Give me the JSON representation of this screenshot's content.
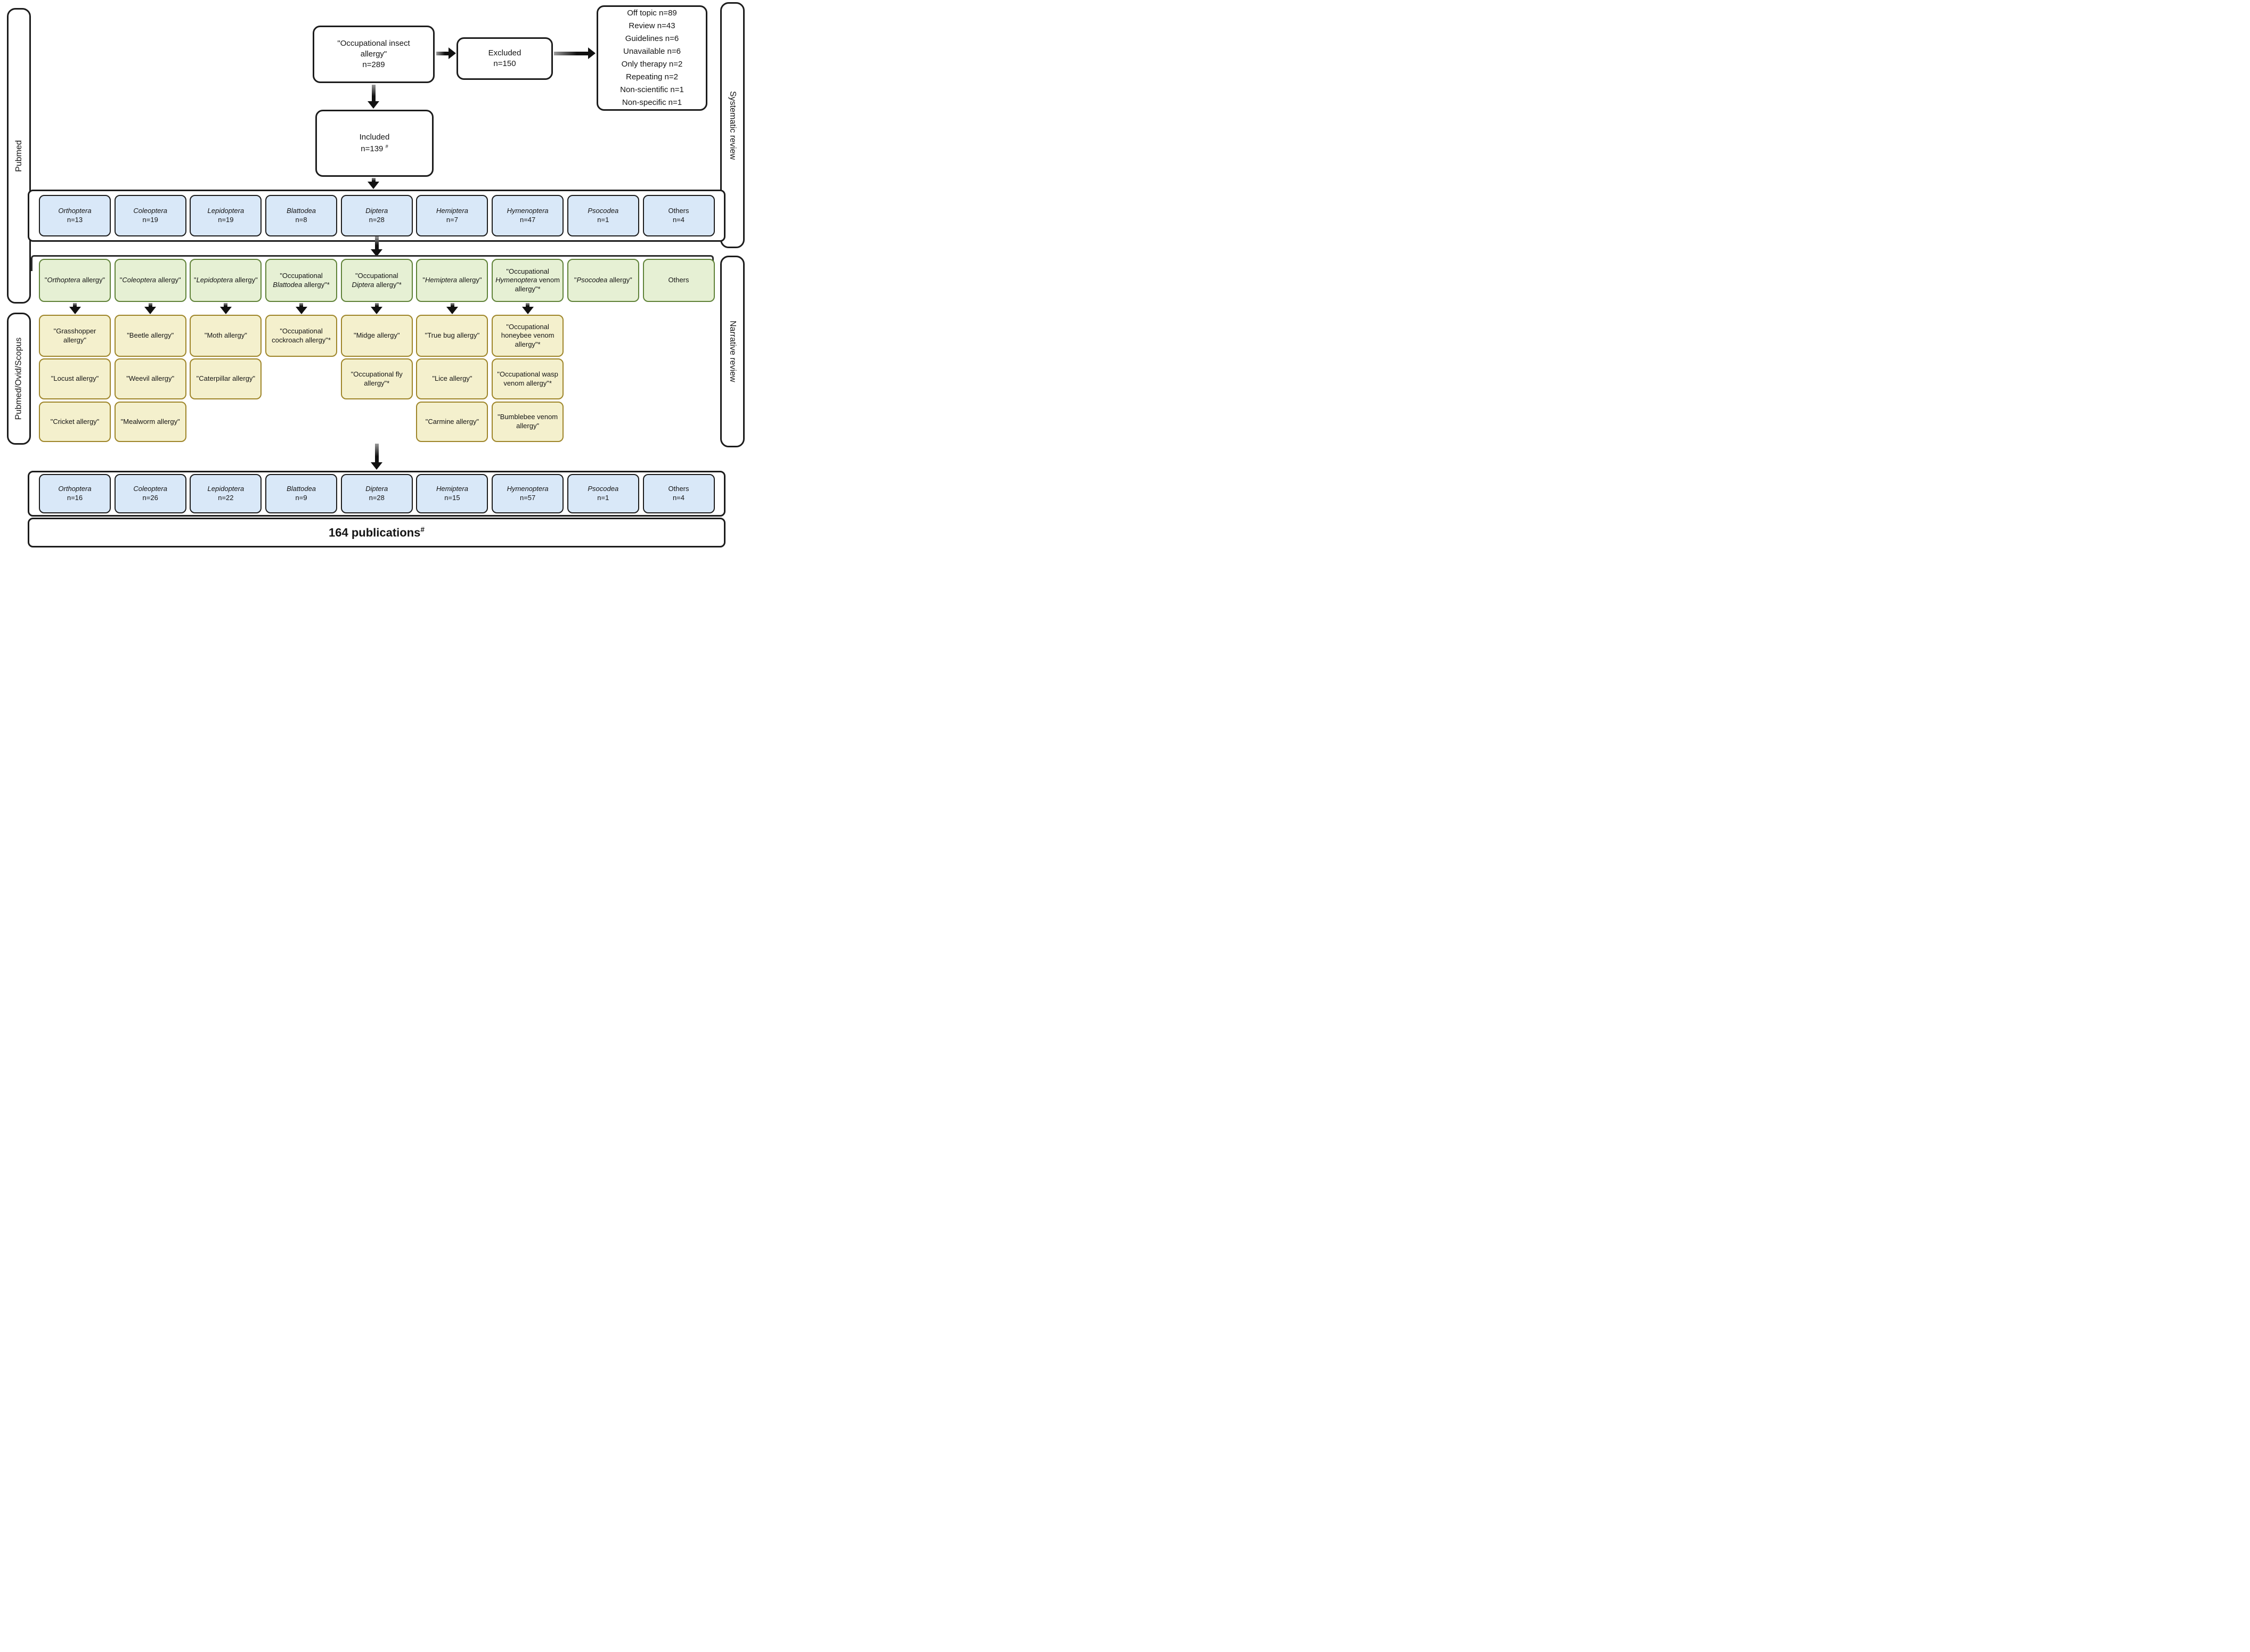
{
  "side_labels": {
    "left_top": "Pubmed",
    "left_bottom": "Pubmed/Ovid/Scopus",
    "right_top": "Systematic review",
    "right_bottom": "Narrative review"
  },
  "top_flow": {
    "search": {
      "text": "\"Occupational insect allergy\"",
      "count": "n=289"
    },
    "excluded": {
      "title": "Excluded",
      "count": "n=150"
    },
    "exclusions": [
      "Off topic n=89",
      "Review n=43",
      "Guidelines n=6",
      "Unavailable n=6",
      "Only therapy n=2",
      "Repeating n=2",
      "Non-scientific n=1",
      "Non-specific n=1"
    ],
    "included": {
      "title": "Included",
      "count": "n=139",
      "sup": "#"
    }
  },
  "pubmed_row": [
    {
      "parts": [
        {
          "text": "Orthoptera",
          "italic": true
        }
      ],
      "count": "n=13"
    },
    {
      "parts": [
        {
          "text": "Coleoptera",
          "italic": true
        }
      ],
      "count": "n=19"
    },
    {
      "parts": [
        {
          "text": "Lepidoptera",
          "italic": true
        }
      ],
      "count": "n=19"
    },
    {
      "parts": [
        {
          "text": "Blattodea",
          "italic": true
        }
      ],
      "count": "n=8"
    },
    {
      "parts": [
        {
          "text": "Diptera",
          "italic": true
        }
      ],
      "count": "n=28"
    },
    {
      "parts": [
        {
          "text": "Hemiptera",
          "italic": true
        }
      ],
      "count": "n=7"
    },
    {
      "parts": [
        {
          "text": "Hymenoptera",
          "italic": true
        }
      ],
      "count": "n=47"
    },
    {
      "parts": [
        {
          "text": "Psocodea",
          "italic": true
        }
      ],
      "count": "n=1"
    },
    {
      "parts": [
        {
          "text": "Others",
          "italic": false
        }
      ],
      "count": "n=4"
    }
  ],
  "search_terms_row": [
    {
      "parts": [
        {
          "text": "\""
        },
        {
          "text": "Orthoptera",
          "italic": true
        },
        {
          "text": " allergy\""
        }
      ]
    },
    {
      "parts": [
        {
          "text": "\""
        },
        {
          "text": "Coleoptera",
          "italic": true
        },
        {
          "text": " allergy\""
        }
      ]
    },
    {
      "parts": [
        {
          "text": "\""
        },
        {
          "text": "Lepidoptera",
          "italic": true
        },
        {
          "text": " allergy\""
        }
      ]
    },
    {
      "parts": [
        {
          "text": "\"Occupational "
        },
        {
          "text": "Blattodea",
          "italic": true
        },
        {
          "text": " allergy\"*"
        }
      ]
    },
    {
      "parts": [
        {
          "text": "\"Occupational "
        },
        {
          "text": "Diptera",
          "italic": true
        },
        {
          "text": " allergy\"*"
        }
      ]
    },
    {
      "parts": [
        {
          "text": "\""
        },
        {
          "text": "Hemiptera",
          "italic": true
        },
        {
          "text": " allergy\""
        }
      ]
    },
    {
      "parts": [
        {
          "text": "\"Occupational "
        },
        {
          "text": "Hymenoptera",
          "italic": true
        },
        {
          "text": " venom allergy\"*"
        }
      ]
    },
    {
      "parts": [
        {
          "text": "\""
        },
        {
          "text": "Psocodea",
          "italic": true
        },
        {
          "text": " allergy\""
        }
      ]
    },
    {
      "parts": [
        {
          "text": "Others"
        }
      ]
    }
  ],
  "subterms_row_1": [
    {
      "parts": [
        {
          "text": "\"Grasshopper allergy\""
        }
      ]
    },
    {
      "parts": [
        {
          "text": "\"Beetle allergy\""
        }
      ]
    },
    {
      "parts": [
        {
          "text": "\"Moth allergy\""
        }
      ]
    },
    {
      "parts": [
        {
          "text": "\"Occupational cockroach allergy\"*"
        }
      ]
    },
    {
      "parts": [
        {
          "text": "\"Midge allergy\""
        }
      ]
    },
    {
      "parts": [
        {
          "text": "\"True bug allergy\""
        }
      ]
    },
    {
      "parts": [
        {
          "text": "\"Occupational honeybee venom allergy\"*"
        }
      ]
    }
  ],
  "subterms_row_2": [
    {
      "parts": [
        {
          "text": "\"Locust allergy\""
        }
      ]
    },
    {
      "parts": [
        {
          "text": "\"Weevil allergy\""
        }
      ]
    },
    {
      "parts": [
        {
          "text": "\"Caterpillar allergy\""
        }
      ]
    },
    null,
    {
      "parts": [
        {
          "text": "\"Occupational fly allergy\"*"
        }
      ]
    },
    {
      "parts": [
        {
          "text": "\"Lice allergy\""
        }
      ]
    },
    {
      "parts": [
        {
          "text": "\"Occupational wasp venom allergy\"*"
        }
      ]
    }
  ],
  "subterms_row_3": [
    {
      "parts": [
        {
          "text": "\"Cricket allergy\""
        }
      ]
    },
    {
      "parts": [
        {
          "text": "\"Mealworm allergy\""
        }
      ]
    },
    null,
    null,
    null,
    {
      "parts": [
        {
          "text": "\"Carmine allergy\""
        }
      ]
    },
    {
      "parts": [
        {
          "text": "\"Bumblebee venom allergy\""
        }
      ]
    }
  ],
  "final_row": [
    {
      "parts": [
        {
          "text": "Orthoptera",
          "italic": true
        }
      ],
      "count": "n=16"
    },
    {
      "parts": [
        {
          "text": "Coleoptera",
          "italic": true
        }
      ],
      "count": "n=26"
    },
    {
      "parts": [
        {
          "text": "Lepidoptera",
          "italic": true
        }
      ],
      "count": "n=22"
    },
    {
      "parts": [
        {
          "text": "Blattodea",
          "italic": true
        }
      ],
      "count": "n=9"
    },
    {
      "parts": [
        {
          "text": "Diptera",
          "italic": true
        }
      ],
      "count": "n=28"
    },
    {
      "parts": [
        {
          "text": "Hemiptera",
          "italic": true
        }
      ],
      "count": "n=15"
    },
    {
      "parts": [
        {
          "text": "Hymenoptera",
          "italic": true
        }
      ],
      "count": "n=57"
    },
    {
      "parts": [
        {
          "text": "Psocodea",
          "italic": true
        }
      ],
      "count": "n=1"
    },
    {
      "parts": [
        {
          "text": "Others",
          "italic": false
        }
      ],
      "count": "n=4"
    }
  ],
  "total": {
    "text": "164 publications",
    "sup": "#"
  },
  "colors": {
    "blue_fill": "#d9e8f8",
    "green_fill": "#e6f0d4",
    "green_border": "#5f8238",
    "yellow_fill": "#f4f0cd",
    "yellow_border": "#9e8529",
    "box_border": "#1c1c1c",
    "arrow": "#111111"
  }
}
